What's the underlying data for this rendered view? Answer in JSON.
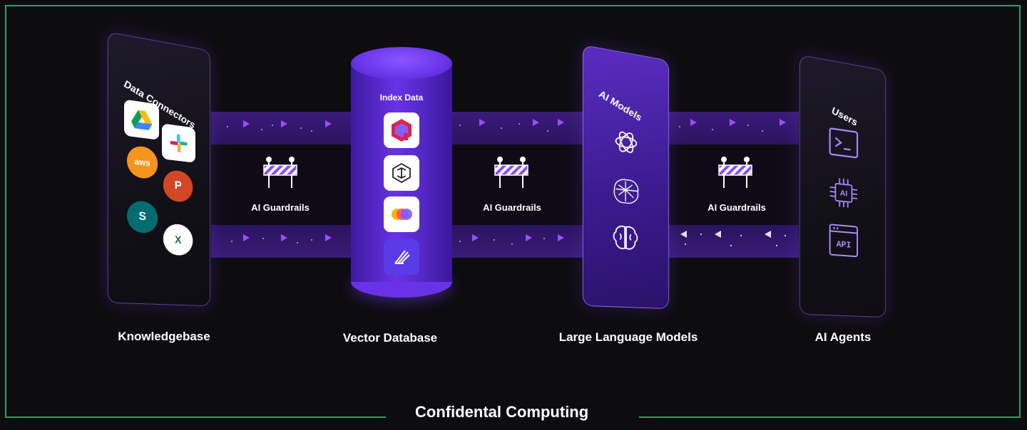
{
  "footer_title": "Confidental Computing",
  "stages": [
    {
      "name": "Knowledgebase",
      "panel_title": "Data Connectors"
    },
    {
      "name": "Vector Database",
      "panel_title": "Index Data"
    },
    {
      "name": "Large Language Models",
      "panel_title": "AI Models"
    },
    {
      "name": "AI Agents",
      "panel_title": "Users"
    }
  ],
  "guardrails": [
    "AI Guardrails",
    "AI Guardrails",
    "AI Guardrails"
  ],
  "connector_icons": [
    {
      "label": "google-drive-icon",
      "text": ""
    },
    {
      "label": "slack-icon",
      "text": ""
    },
    {
      "label": "aws-icon",
      "text": "aws"
    },
    {
      "label": "powerpoint-icon",
      "text": "P"
    },
    {
      "label": "sharepoint-icon",
      "text": "S"
    },
    {
      "label": "excel-icon",
      "text": "X"
    }
  ],
  "api_text": "API",
  "ai_chip_text": "AI",
  "colors": {
    "accent": "#7b3cf0",
    "frame": "#27a36b",
    "background": "#0d0c0f"
  }
}
